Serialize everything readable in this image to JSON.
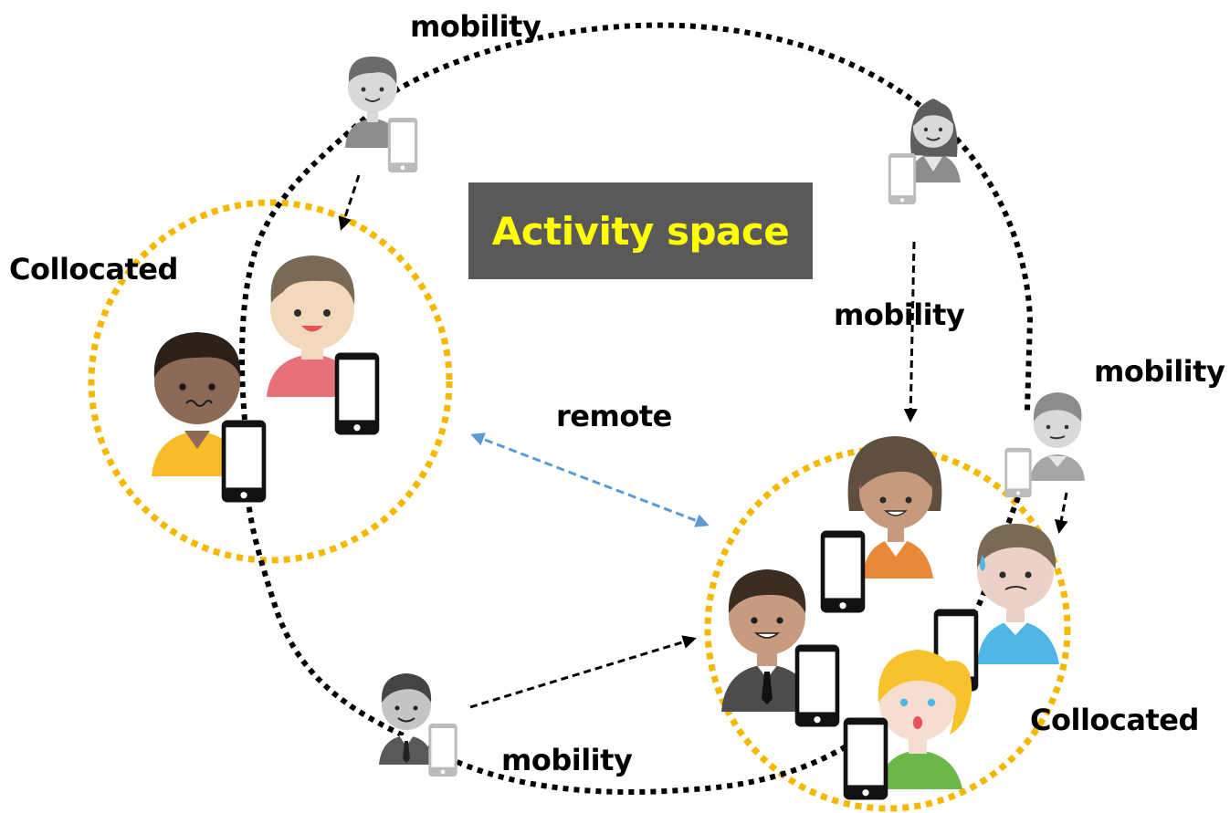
{
  "title": "Activity space",
  "labels": {
    "collocated_left": "Collocated",
    "collocated_right": "Collocated",
    "remote": "remote",
    "mobility_top": "mobility",
    "mobility_center": "mobility",
    "mobility_right": "mobility",
    "mobility_bottom": "mobility"
  },
  "colors": {
    "title_bg": "#595959",
    "title_text": "#ffff00",
    "collocated_circle": "#f5b800",
    "mobility_path": "#000000",
    "remote_arrow": "#5b9bd5"
  },
  "icons": [
    "person-icon",
    "phone-icon"
  ]
}
